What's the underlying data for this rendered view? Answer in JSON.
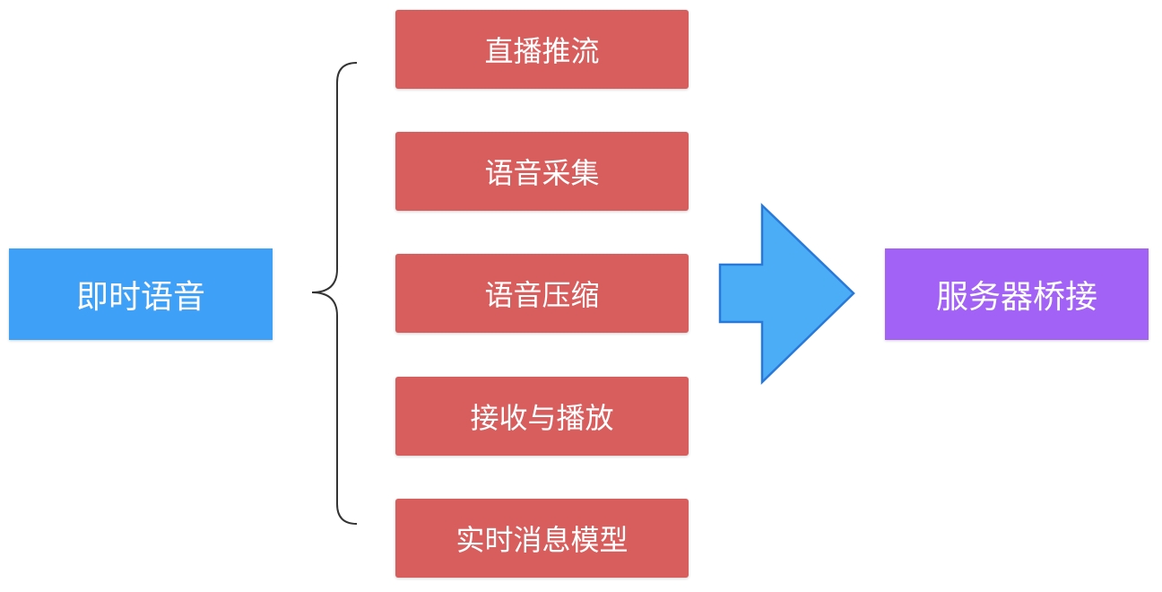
{
  "root": {
    "label": "即时语音"
  },
  "items": [
    {
      "label": "直播推流"
    },
    {
      "label": "语音采集"
    },
    {
      "label": "语音压缩"
    },
    {
      "label": "接收与播放"
    },
    {
      "label": "实时消息模型"
    }
  ],
  "target": {
    "label": "服务器桥接"
  },
  "colors": {
    "root": "#3fa0f8",
    "item": "#d85e5d",
    "target": "#a262f5",
    "arrow_fill": "#4badf6",
    "arrow_stroke": "#2979d8",
    "brace": "#333333"
  },
  "icons": {
    "connector": "curly-brace",
    "flow": "right-arrow-icon"
  }
}
